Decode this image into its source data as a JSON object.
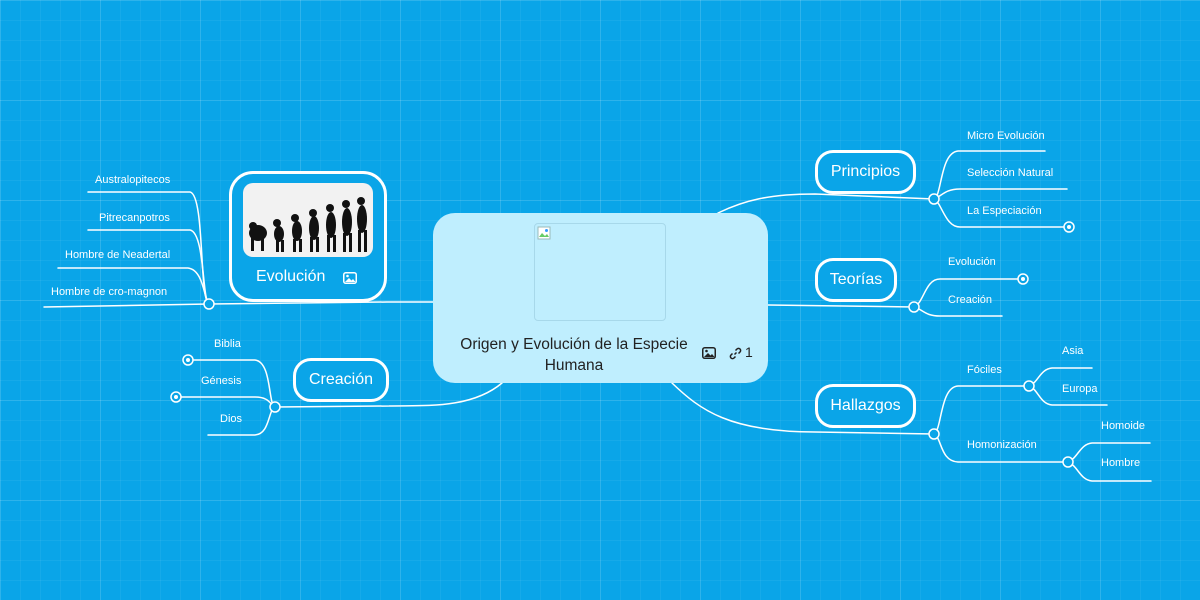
{
  "central": {
    "title_line1": "Origen y Evolución de la Especie",
    "title_line2": "Humana",
    "link_count": "1",
    "icons": [
      "image-icon",
      "link-icon"
    ]
  },
  "topics": {
    "evolucion": {
      "label": "Evolución",
      "children": [
        "Australopitecos",
        "Pitrecanpotros",
        "Hombre de Neadertal",
        "Hombre de cro-magnon"
      ]
    },
    "creacion": {
      "label": "Creación",
      "children": [
        "Biblia",
        "Génesis",
        "Dios"
      ]
    },
    "principios": {
      "label": "Principios",
      "children": [
        "Micro Evolución",
        "Selección Natural",
        "La Especiación"
      ]
    },
    "teorias": {
      "label": "Teorías",
      "children": [
        "Evolución",
        "Creación"
      ]
    },
    "hallazgos": {
      "label": "Hallazgos",
      "fociles": {
        "label": "Fóciles",
        "children": [
          "Asia",
          "Europa"
        ]
      },
      "homonizacion": {
        "label": "Homonización",
        "children": [
          "Homoide",
          "Hombre"
        ]
      }
    }
  },
  "colors": {
    "background": "#0aa5e8",
    "central_fill": "#bfeefe",
    "line": "#ffffff"
  }
}
